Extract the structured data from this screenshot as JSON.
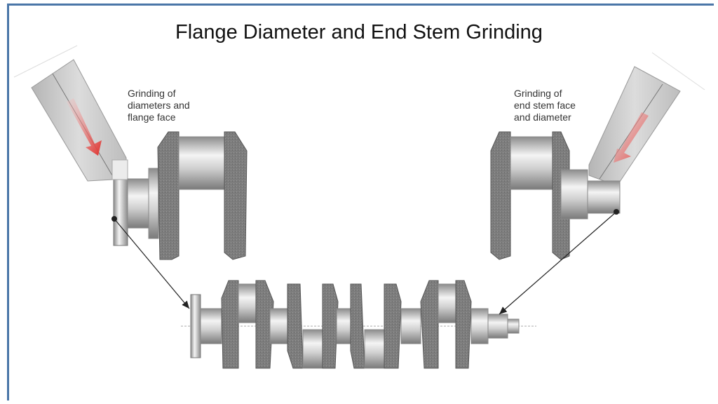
{
  "title": "Flange Diameter and End Stem Grinding",
  "labels": {
    "left": "Grinding of\ndiameters and\nflange face",
    "right": "Grinding of\nend stem face\nand diameter"
  },
  "colors": {
    "frame": "#4a76a8",
    "arrow": "#e0302c",
    "web": "#7d7d7d",
    "wheel": "#c9c9c9"
  }
}
